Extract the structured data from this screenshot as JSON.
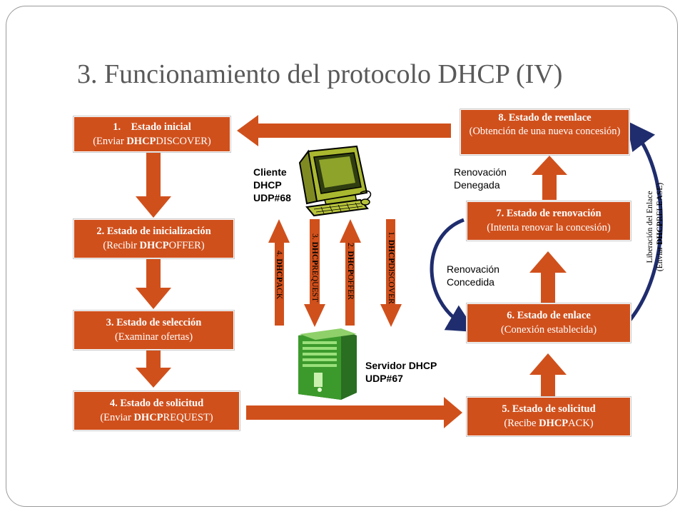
{
  "title": "3. Funcionamiento del protocolo DHCP (IV)",
  "states": {
    "s1": {
      "title": "1.    Estado inicial",
      "pre": "(Enviar ",
      "bold": "DHCP",
      "post": "DISCOVER)"
    },
    "s2": {
      "title": "2. Estado de inicialización",
      "pre": "(Recibir ",
      "bold": "DHCP",
      "post": "OFFER)"
    },
    "s3": {
      "title": "3. Estado de selección",
      "pre": "(Examinar ofertas)",
      "bold": "",
      "post": ""
    },
    "s4": {
      "title": "4. Estado de solicitud",
      "pre": "(Enviar ",
      "bold": "DHCP",
      "post": "REQUEST)"
    },
    "s5": {
      "title": "5. Estado de solicitud",
      "pre": "(Recibe ",
      "bold": "DHCP",
      "post": "ACK)"
    },
    "s6": {
      "title": "6. Estado de enlace",
      "pre": "(Conexión establecida)",
      "bold": "",
      "post": ""
    },
    "s7": {
      "title": "7. Estado de renovación",
      "pre": "(Intenta renovar la concesión)",
      "bold": "",
      "post": ""
    },
    "s8": {
      "title": "8. Estado de reenlace",
      "pre": "(Obtención de una nueva concesión)",
      "bold": "",
      "post": ""
    }
  },
  "messages": {
    "m1": {
      "num": "1. ",
      "bold": "DHCP",
      "rest": "DISCOVER"
    },
    "m2": {
      "num": "2. ",
      "bold": "DHCP",
      "rest": "OFFER"
    },
    "m3": {
      "num": "3. ",
      "bold": "DHCP",
      "rest": "REQUEST"
    },
    "m4": {
      "num": "4. ",
      "bold": "DHCP",
      "rest": "ACK"
    }
  },
  "client_label": [
    "Cliente",
    "DHCP",
    "UDP#68"
  ],
  "server_label": [
    "Servidor DHCP",
    "UDP#67"
  ],
  "renewal_denied": [
    "Renovación",
    "Denegada"
  ],
  "renewal_granted": [
    "Renovación",
    "Concedida"
  ],
  "release_label": {
    "line1": "Liberación del Enlace",
    "pre": "(Enviar ",
    "bold": "DHCP",
    "post": "RELEASE)"
  },
  "colors": {
    "box": "#d0501c",
    "curve": "#1f2d6e",
    "title": "#595959"
  },
  "icons": [
    "computer-icon",
    "server-icon"
  ]
}
